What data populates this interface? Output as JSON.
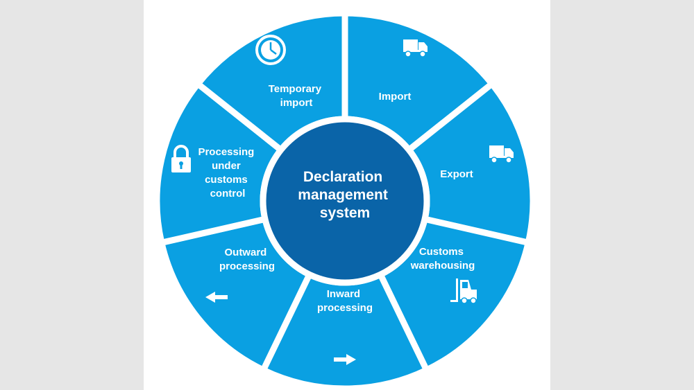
{
  "diagram": {
    "center": {
      "lines": [
        "Declaration",
        "management",
        "system"
      ]
    },
    "segments": [
      {
        "id": "import",
        "lines": [
          "Import"
        ],
        "icon": "truck-icon"
      },
      {
        "id": "export",
        "lines": [
          "Export"
        ],
        "icon": "truck-icon"
      },
      {
        "id": "customs-warehousing",
        "lines": [
          "Customs",
          "warehousing"
        ],
        "icon": "forklift-icon"
      },
      {
        "id": "inward-processing",
        "lines": [
          "Inward",
          "processing"
        ],
        "icon": "arrow-right-icon"
      },
      {
        "id": "outward-processing",
        "lines": [
          "Outward",
          "processing"
        ],
        "icon": "arrow-left-icon"
      },
      {
        "id": "processing-under-customs-control",
        "lines": [
          "Processing",
          "under",
          "customs",
          "control"
        ],
        "icon": "lock-icon"
      },
      {
        "id": "temporary-import",
        "lines": [
          "Temporary",
          "import"
        ],
        "icon": "clock-icon"
      }
    ],
    "colors": {
      "segment": "#0aa0e2",
      "center": "#0a64a8",
      "text": "#ffffff",
      "gap": "#ffffff"
    }
  }
}
